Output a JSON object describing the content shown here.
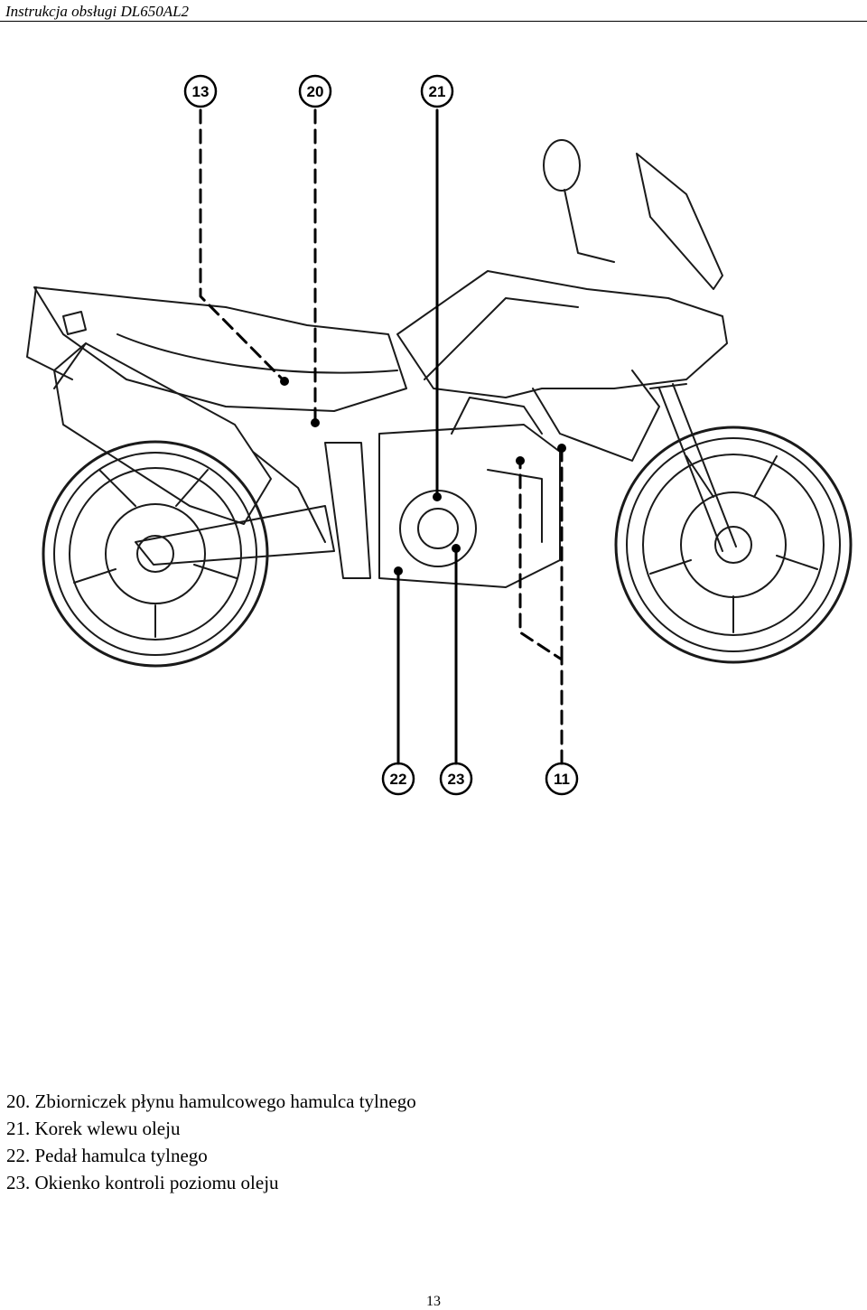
{
  "header": {
    "title": "Instrukcja obsługi DL650AL2"
  },
  "figure": {
    "callouts": [
      "13",
      "20",
      "21",
      "22",
      "23",
      "11"
    ]
  },
  "captions": [
    {
      "num": "20.",
      "text": "Zbiorniczek płynu hamulcowego hamulca tylnego"
    },
    {
      "num": "21.",
      "text": "Korek wlewu oleju"
    },
    {
      "num": "22.",
      "text": "Pedał hamulca tylnego"
    },
    {
      "num": "23.",
      "text": "Okienko kontroli poziomu oleju"
    }
  ],
  "footer": {
    "page_number": "13"
  }
}
